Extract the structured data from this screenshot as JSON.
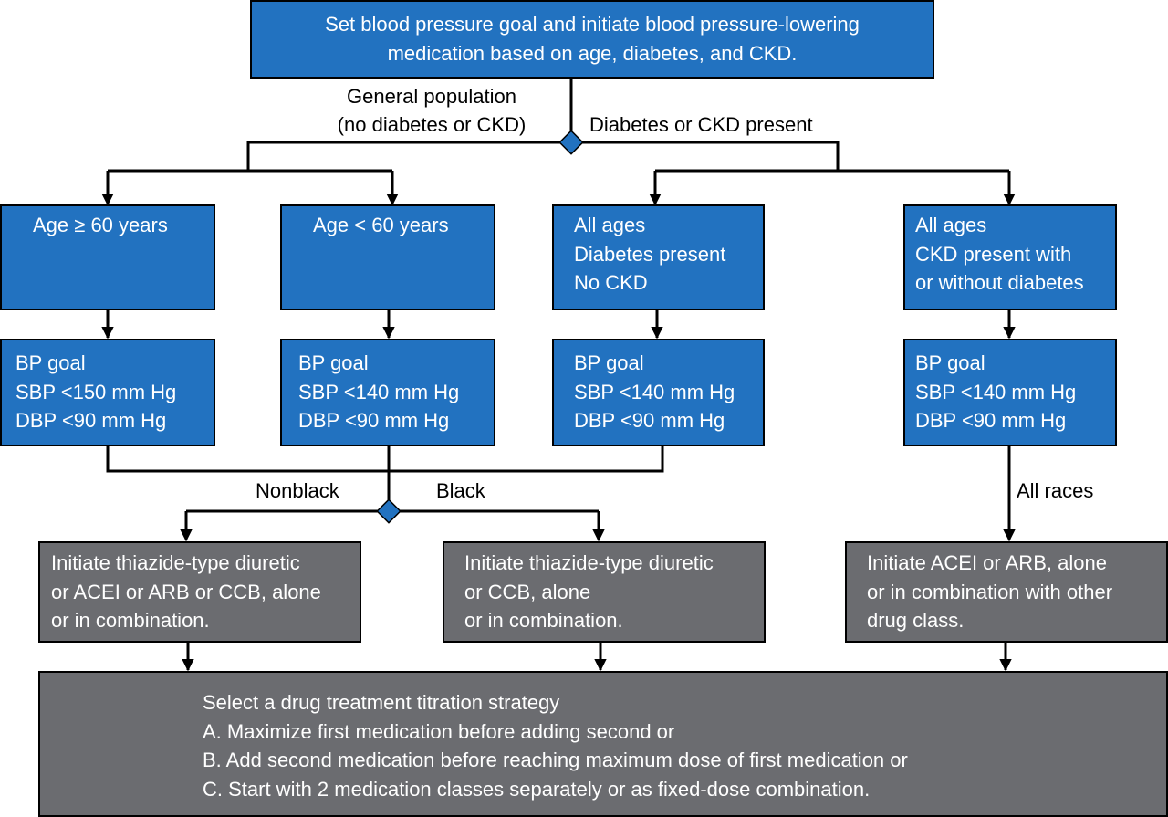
{
  "colors": {
    "blue_box": "#2272c0",
    "gray_box": "#6b6c70",
    "connector": "#000000",
    "decision_diamond": "#2272c0"
  },
  "top_box": {
    "lines": [
      "Set blood pressure goal and initiate blood pressure-lowering",
      "medication based on age, diabetes, and CKD."
    ]
  },
  "branch_labels": {
    "general_population": [
      "General population",
      "(no diabetes or CKD)"
    ],
    "diabetes_or_ckd": "Diabetes or CKD present",
    "nonblack": "Nonblack",
    "black": "Black",
    "all_races": "All races"
  },
  "population_boxes": [
    {
      "lines": [
        "Age ≥ 60 years"
      ]
    },
    {
      "lines": [
        "Age < 60 years"
      ]
    },
    {
      "lines": [
        "All ages",
        "Diabetes present",
        "No CKD"
      ]
    },
    {
      "lines": [
        "All ages",
        "CKD present with",
        "or without diabetes"
      ]
    }
  ],
  "goal_boxes": [
    {
      "lines": [
        "BP goal",
        "SBP <150 mm Hg",
        "DBP <90 mm Hg"
      ]
    },
    {
      "lines": [
        "BP goal",
        "SBP <140 mm Hg",
        "DBP <90 mm Hg"
      ]
    },
    {
      "lines": [
        "BP goal",
        "SBP <140 mm Hg",
        "DBP <90 mm Hg"
      ]
    },
    {
      "lines": [
        "BP goal",
        "SBP <140 mm Hg",
        "DBP <90 mm Hg"
      ]
    }
  ],
  "treatment_boxes": [
    {
      "lines": [
        "Initiate thiazide-type diuretic",
        "or ACEI or ARB or CCB, alone",
        "or in combination."
      ]
    },
    {
      "lines": [
        "Initiate thiazide-type diuretic",
        "or CCB, alone",
        "or in combination."
      ]
    },
    {
      "lines": [
        "Initiate ACEI or ARB, alone",
        "or in combination with other",
        "drug class."
      ]
    }
  ],
  "titration_box": {
    "lines": [
      "Select a drug treatment titration strategy",
      "A. Maximize first medication before adding second or",
      "B. Add second medication before reaching maximum dose of first medication or",
      "C. Start with 2 medication classes separately or as fixed-dose combination."
    ]
  }
}
